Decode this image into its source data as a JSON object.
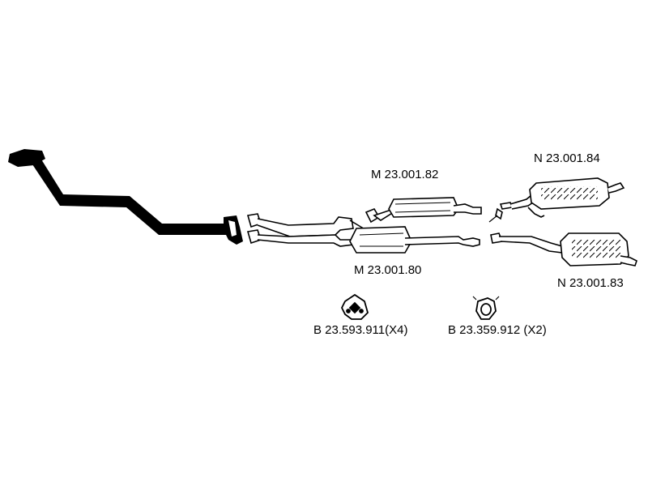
{
  "parts": {
    "front_pipe": {
      "icon": "front-exhaust-pipe-icon"
    },
    "middle_upper": {
      "label": "M 23.001.82",
      "icon": "middle-silencer-icon"
    },
    "middle_lower": {
      "label": "M 23.001.80",
      "icon": "middle-silencer-y-pipe-icon"
    },
    "rear_upper": {
      "label": "N 23.001.84",
      "icon": "rear-silencer-icon"
    },
    "rear_lower": {
      "label": "N 23.001.83",
      "icon": "rear-silencer-icon"
    },
    "gasket": {
      "label": "B 23.593.911(X4)",
      "icon": "gasket-icon"
    },
    "clamp": {
      "label": "B 23.359.912 (X2)",
      "icon": "clamp-ring-icon"
    }
  },
  "colors": {
    "ink": "#000000",
    "fill": "#ffffff",
    "shade": "#d0d0d0"
  }
}
